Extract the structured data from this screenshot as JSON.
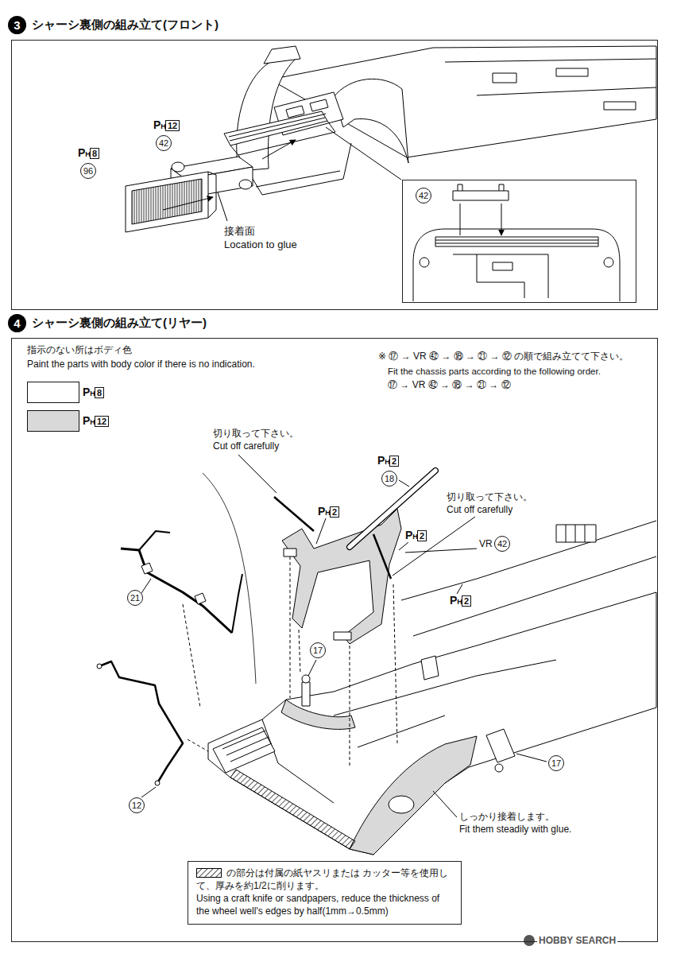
{
  "diagram": {
    "nodes": [
      {
        "text": [
          "3",
          "シャーシ裏側の組み立て(フロント)"
        ]
      },
      {
        "text": [
          "42"
        ],
        "in": 0
      },
      {
        "text": [
          "4",
          "シャーシ裏側の組み立て(リヤー)"
        ]
      },
      {
        "text": [
          "の部分は付属の紙ヤスリまたは カッター等を使用して、厚みを約1/2に削ります。",
          "Using a craft knife or sandpapers, reduce the thickness of the wheel well's edges by half(1mm→0.5mm)"
        ],
        "in": 2
      }
    ],
    "labels": [
      "PH",
      "12",
      "42",
      "PH",
      "8",
      "96",
      "接着面",
      "Location to glue",
      "指示のない所はボディ色",
      "Paint the parts with body color if there is no indication.",
      "PH",
      "PH",
      "※ ⑰ → VR ㊷ → ⑱ → ㉑ → ⑫ の順で組み立てて下さい。",
      "Fit the chassis parts according to the following order.",
      "⑰ → VR ㊷ → ⑱ → ㉑ → ⑫",
      "切り取って下さい。",
      "Cut off carefully",
      "PH",
      "2",
      "18",
      "切り取って下さい。",
      "Cut off carefully",
      "PH",
      "2",
      "PH",
      "2",
      "VR",
      "42",
      "PH",
      "2",
      "21",
      "17",
      "12",
      "17",
      "しっかり接着します。",
      "Fit them steadily with glue.",
      "HOBBY SEARCH"
    ],
    "legend": [
      {
        "text": "8",
        "color": "#ffffff"
      },
      {
        "text": "12",
        "color": "#d9d9d9"
      }
    ]
  }
}
